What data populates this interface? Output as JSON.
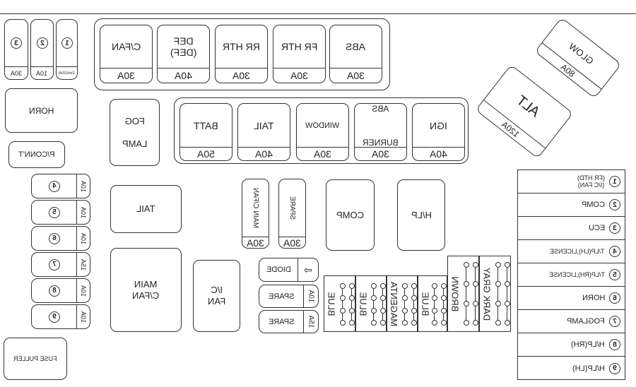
{
  "small_top_fuses": [
    {
      "num": "3",
      "amp": "30A"
    },
    {
      "num": "2",
      "amp": "10A"
    },
    {
      "num": "1",
      "amp": "15A/20A"
    }
  ],
  "horn": "HORN",
  "pconnt": "P/CONN'T",
  "top_group": [
    {
      "label": "C/FAN",
      "amp": "30A"
    },
    {
      "label": "DEF\n(DEF)",
      "amp": "40A"
    },
    {
      "label": "RR HTR",
      "amp": "30A"
    },
    {
      "label": "FR HTR",
      "amp": "30A"
    },
    {
      "label": "ABS",
      "amp": "30A"
    }
  ],
  "fog_lamp": "FOG\n\nLAMP",
  "mid_group": [
    {
      "label": "BATT",
      "amp": "50A"
    },
    {
      "label": "TAIL",
      "amp": "40A"
    },
    {
      "label": "WINDOW",
      "amp": "30A"
    },
    {
      "label": "ABS\n\n\nBURNER",
      "amp": "30A"
    },
    {
      "label": "IGN",
      "amp": "40A"
    }
  ],
  "glow": {
    "label": "GLOW",
    "amp": "80A"
  },
  "alt": {
    "label": "ALT",
    "amp": "120A"
  },
  "small_fuses": [
    {
      "num": "4",
      "amp": "10A"
    },
    {
      "num": "5",
      "amp": "10A"
    },
    {
      "num": "6",
      "amp": "10A"
    },
    {
      "num": "7",
      "amp": "15A"
    },
    {
      "num": "8",
      "amp": "10A"
    },
    {
      "num": "9",
      "amp": "10A"
    }
  ],
  "relays": {
    "tail": "TAIL",
    "main_cfan": "MAIN\nC/FAN",
    "ic_fan": "I/C\nFAN",
    "comp": "COMP",
    "hlp": "H/LP"
  },
  "vertical_fuses": [
    {
      "label": "MAIN C/FAN",
      "amp": "30A"
    },
    {
      "label": "SPARE",
      "amp": "30A"
    }
  ],
  "diode": "DIODE",
  "spares": [
    {
      "label": "SPARE",
      "amp": "10A"
    },
    {
      "label": "SPARE",
      "amp": "15A"
    }
  ],
  "wire_colors": [
    "BLUE",
    "BLUE",
    "MAGENTA",
    "BLUE",
    "BROWN",
    "DARK GRAY"
  ],
  "fuse_puller": "FUSE PULLER",
  "legend": [
    {
      "num": "1",
      "text": "(FR HTD)\n(I/C FAN)"
    },
    {
      "num": "2",
      "text": "COMP"
    },
    {
      "num": "3",
      "text": "ECU"
    },
    {
      "num": "4",
      "text": "T/LP(LH),LICENSE"
    },
    {
      "num": "5",
      "text": "T/LP(RH),LICENSE"
    },
    {
      "num": "6",
      "text": "HORN"
    },
    {
      "num": "7",
      "text": "FOGLAMP"
    },
    {
      "num": "8",
      "text": "H/LP(RH)"
    },
    {
      "num": "9",
      "text": "H/LP(LH)"
    }
  ]
}
